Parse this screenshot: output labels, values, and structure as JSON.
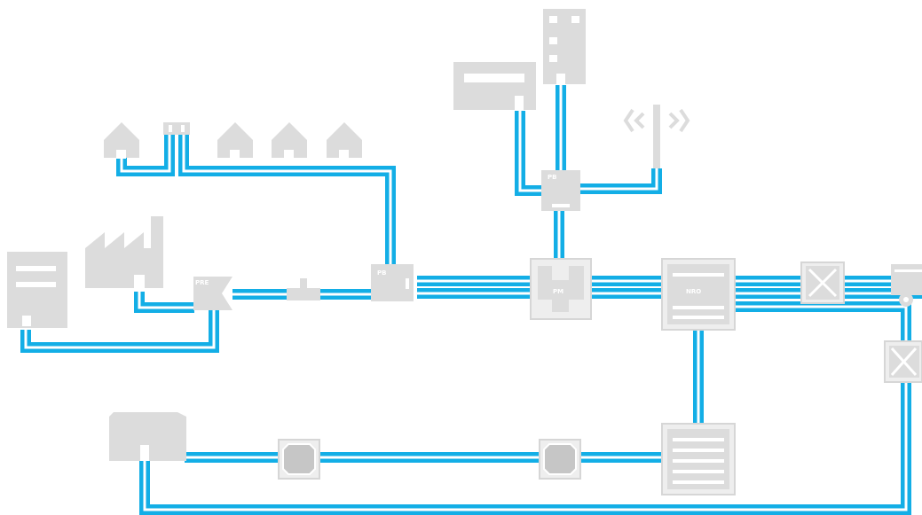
{
  "colors": {
    "cable": "#13aee6",
    "cable_gap": "#ffffff",
    "node": "#dcdcdc",
    "node_light": "#e6e6e6",
    "node_dark": "#c6c6c6",
    "node_detail": "#ffffff"
  },
  "labels": {
    "pre": "PRE",
    "pb_street": "PB",
    "pb_tower": "PB",
    "pm": "PM",
    "nro": "NRO"
  },
  "icons": {
    "houses": "house-icon",
    "office_building": "office-building-icon",
    "factory": "factory-icon",
    "tall_building": "tall-building-icon",
    "bus_shelter": "bus-shelter-icon",
    "antenna": "cell-antenna-icon",
    "datacenter": "datacenter-icon",
    "splice_box": "splice-box-icon",
    "junction": "junction-icon"
  }
}
